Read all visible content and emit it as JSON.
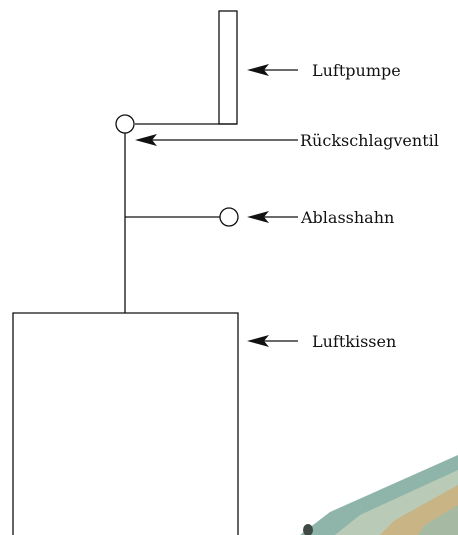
{
  "diagram": {
    "labels": {
      "pump": "Luftpumpe",
      "check_valve": "Rückschlagventil",
      "drain_cock": "Ablasshahn",
      "air_cushion": "Luftkissen"
    }
  },
  "colors": {
    "line": "#111111",
    "background": "#ffffff",
    "photo_teal": "#8fb5aa",
    "photo_sand": "#c9b486",
    "photo_dark": "#3f4a44"
  }
}
